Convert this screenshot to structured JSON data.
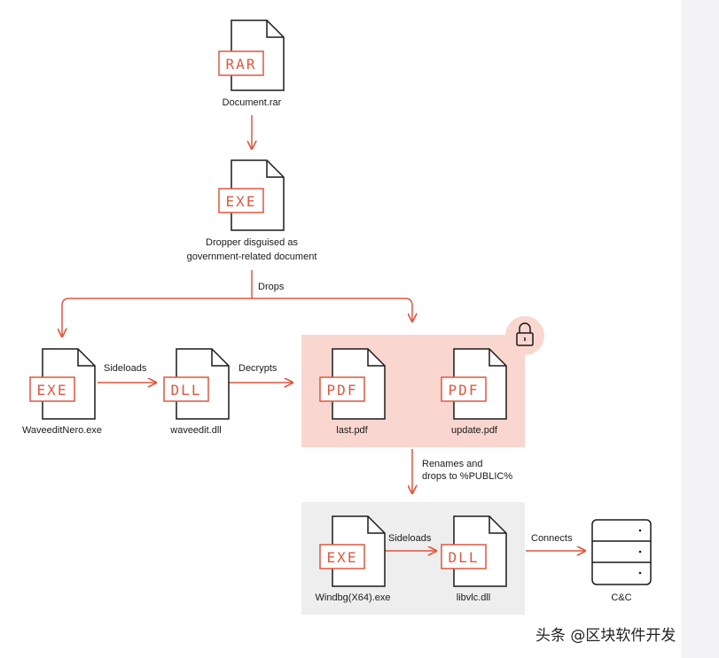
{
  "colors": {
    "accent": "#e0573f",
    "ink": "#1a1a1a",
    "encrypted_bg": "#f9d6cf",
    "sideload_bg": "#eeeeee"
  },
  "nodes": {
    "archive": {
      "ext": "RAR",
      "name": "Document.rar"
    },
    "dropper": {
      "ext": "EXE",
      "name_line1": "Dropper disguised as",
      "name_line2": "government-related document"
    },
    "waveeditnero": {
      "ext": "EXE",
      "name": "WaveeditNero.exe"
    },
    "waveedit_dll": {
      "ext": "DLL",
      "name": "waveedit.dll"
    },
    "last_pdf": {
      "ext": "PDF",
      "name": "last.pdf"
    },
    "update_pdf": {
      "ext": "PDF",
      "name": "update.pdf"
    },
    "windbg": {
      "ext": "EXE",
      "name": "Windbg(X64).exe"
    },
    "libvlc": {
      "ext": "DLL",
      "name": "libvlc.dll"
    },
    "cnc": {
      "name": "C&C",
      "icon": "server-icon"
    }
  },
  "edges": {
    "drops": "Drops",
    "sideloads_1": "Sideloads",
    "decrypts": "Decrypts",
    "renames_line1": "Renames and",
    "renames_line2": "drops to %PUBLIC%",
    "sideloads_2": "Sideloads",
    "connects": "Connects"
  },
  "lock_icon": "lock-icon",
  "watermark": "头条 @区块软件开发"
}
